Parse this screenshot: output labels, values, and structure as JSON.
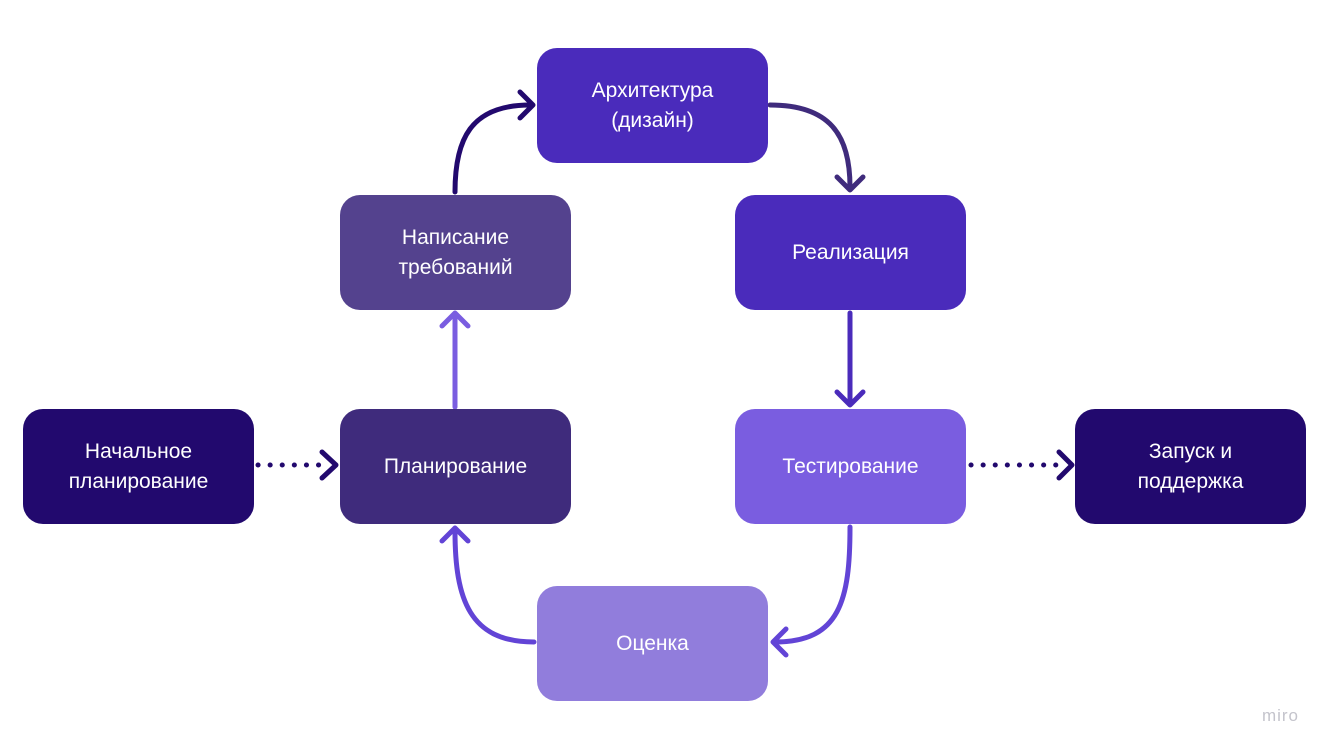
{
  "nodes": {
    "initial_planning": {
      "label": "Начальное\nпланирование",
      "color": "#22096e"
    },
    "planning": {
      "label": "Планирование",
      "color": "#3f2b7c"
    },
    "requirements": {
      "label": "Написание\nтребований",
      "color": "#54428e"
    },
    "architecture": {
      "label": "Архитектура\n(дизайн)",
      "color": "#4a2bbb"
    },
    "implementation": {
      "label": "Реализация",
      "color": "#4a2bbb"
    },
    "testing": {
      "label": "Тестирование",
      "color": "#7a5de0"
    },
    "evaluation": {
      "label": "Оценка",
      "color": "#917ddc"
    },
    "launch": {
      "label": "Запуск и\nподдержка",
      "color": "#22096e"
    }
  },
  "connector_colors": {
    "initial_to_planning": "#22096e",
    "planning_to_requirements": "#7a5de0",
    "requirements_to_architecture": "#22096e",
    "architecture_to_implementation": "#3f2b7c",
    "implementation_to_testing": "#4a2bbb",
    "testing_to_evaluation": "#6244d6",
    "evaluation_to_planning": "#6244d6",
    "testing_to_launch": "#22096e"
  },
  "watermark": "miro"
}
